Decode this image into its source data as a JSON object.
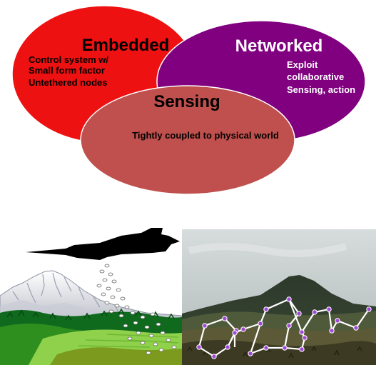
{
  "venn": {
    "embedded": {
      "title": "Embedded",
      "lines": [
        "Control system w/",
        "Small form factor",
        "Untethered nodes"
      ],
      "fill": "#ee1111"
    },
    "networked": {
      "title": "Networked",
      "lines": [
        "Exploit",
        "collaborative",
        "Sensing, action"
      ],
      "fill": "#800080"
    },
    "sensing": {
      "title": "Sensing",
      "lines": [
        "Tightly coupled to physical world"
      ],
      "fill": "#c0504d"
    }
  },
  "illustration": {
    "jet": "fighter-jet-silhouette",
    "sensors": "scattered-sensor-nodes",
    "terrain": "snow-capped-mountain-over-green-hills"
  },
  "photo": {
    "scene": "volcanic-mountain-under-overcast-sky",
    "overlay": "sensor-network-graph"
  }
}
